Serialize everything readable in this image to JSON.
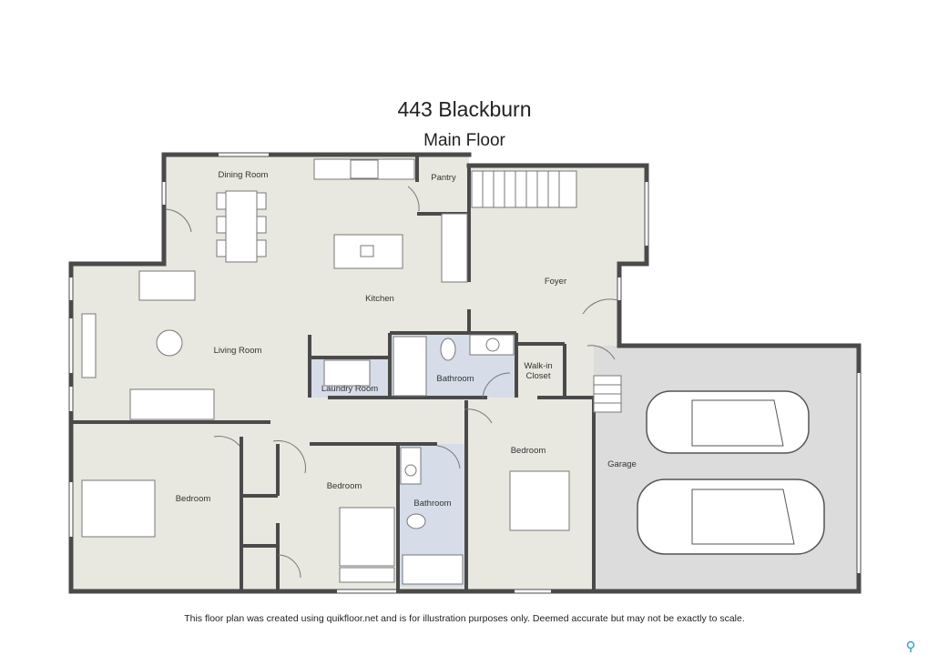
{
  "title": "443 Blackburn",
  "subtitle": "Main Floor",
  "rooms": {
    "dining_room": "Dining Room",
    "pantry": "Pantry",
    "foyer": "Foyer",
    "kitchen": "Kitchen",
    "living_room": "Living Room",
    "laundry_room": "Laundry Room",
    "bathroom_main": "Bathroom",
    "walk_in_closet_1": "Walk-in",
    "walk_in_closet_2": "Closet",
    "bedroom_left": "Bedroom",
    "bedroom_middle": "Bedroom",
    "bathroom_ensuite": "Bathroom",
    "bedroom_right": "Bedroom",
    "garage": "Garage"
  },
  "footer": "This floor plan was created using quikfloor.net and is for illustration purposes only. Deemed accurate but may not be exactly to scale.",
  "colors": {
    "floor": "#e8e8e0",
    "wet": "#d6dde8",
    "garage": "#dcdcdc",
    "wall": "#4a4a4a"
  }
}
